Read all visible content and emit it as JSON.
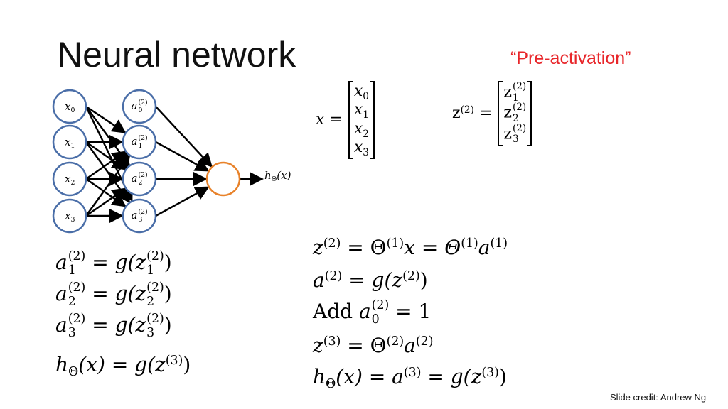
{
  "title": "Neural network",
  "annotation": "“Pre-activation”",
  "credit": "Slide credit: Andrew Ng",
  "colors": {
    "node_stroke": "#4a6ea8",
    "output_stroke": "#e8822a",
    "annotation": "#e8262a"
  },
  "network": {
    "input_nodes": [
      {
        "base": "x",
        "sub": "0"
      },
      {
        "base": "x",
        "sub": "1"
      },
      {
        "base": "x",
        "sub": "2"
      },
      {
        "base": "x",
        "sub": "3"
      }
    ],
    "hidden_nodes": [
      {
        "base": "a",
        "sup": "(2)",
        "sub": "0"
      },
      {
        "base": "a",
        "sup": "(2)",
        "sub": "1"
      },
      {
        "base": "a",
        "sup": "(2)",
        "sub": "2"
      },
      {
        "base": "a",
        "sup": "(2)",
        "sub": "3"
      }
    ],
    "output_label": {
      "base": "h",
      "sub": "Θ",
      "arg": "(x)"
    }
  },
  "vectors": {
    "x": {
      "lhs": "x",
      "eq": "=",
      "entries": [
        {
          "base": "x",
          "sub": "0"
        },
        {
          "base": "x",
          "sub": "1"
        },
        {
          "base": "x",
          "sub": "2"
        },
        {
          "base": "x",
          "sub": "3"
        }
      ]
    },
    "z2": {
      "lhs": "z",
      "lhs_sup": "(2)",
      "eq": "=",
      "entries": [
        {
          "base": "z",
          "sup": "(2)",
          "sub": "1"
        },
        {
          "base": "z",
          "sup": "(2)",
          "sub": "2"
        },
        {
          "base": "z",
          "sup": "(2)",
          "sub": "3"
        }
      ]
    }
  },
  "left_equations": [
    {
      "lhs_base": "a",
      "lhs_sup": "(2)",
      "lhs_sub": "1",
      "rhs": "= g(z",
      "rhs_sup": "(2)",
      "rhs_sub": "1",
      "close": ")"
    },
    {
      "lhs_base": "a",
      "lhs_sup": "(2)",
      "lhs_sub": "2",
      "rhs": "= g(z",
      "rhs_sup": "(2)",
      "rhs_sub": "2",
      "close": ")"
    },
    {
      "lhs_base": "a",
      "lhs_sup": "(2)",
      "lhs_sub": "3",
      "rhs": "= g(z",
      "rhs_sup": "(2)",
      "rhs_sub": "3",
      "close": ")"
    }
  ],
  "left_last": {
    "h": "h",
    "h_sub": "Θ",
    "arg": "(x) = g(z",
    "sup": "(3)",
    "close": ")"
  },
  "right_equations": {
    "eq1": {
      "a": "z",
      "a_sup": "(2)",
      "b": " = Θ",
      "b_sup": "(1)",
      "c": "x = Θ",
      "c_sup": "(1)",
      "d": "a",
      "d_sup": "(1)"
    },
    "eq2": {
      "a": "a",
      "a_sup": "(2)",
      "b": " = g(z",
      "b_sup": "(2)",
      "c": ")"
    },
    "eq3": {
      "word": "Add ",
      "a": "a",
      "a_sup": "(2)",
      "a_sub": "0",
      "rest": " = 1"
    },
    "eq4": {
      "a": "z",
      "a_sup": "(3)",
      "b": " = Θ",
      "b_sup": "(2)",
      "c": "a",
      "c_sup": "(2)"
    },
    "eq5": {
      "h": "h",
      "h_sub": "Θ",
      "b": "(x) = a",
      "b_sup": "(3)",
      "c": " = g(z",
      "c_sup": "(3)",
      "d": ")"
    }
  }
}
